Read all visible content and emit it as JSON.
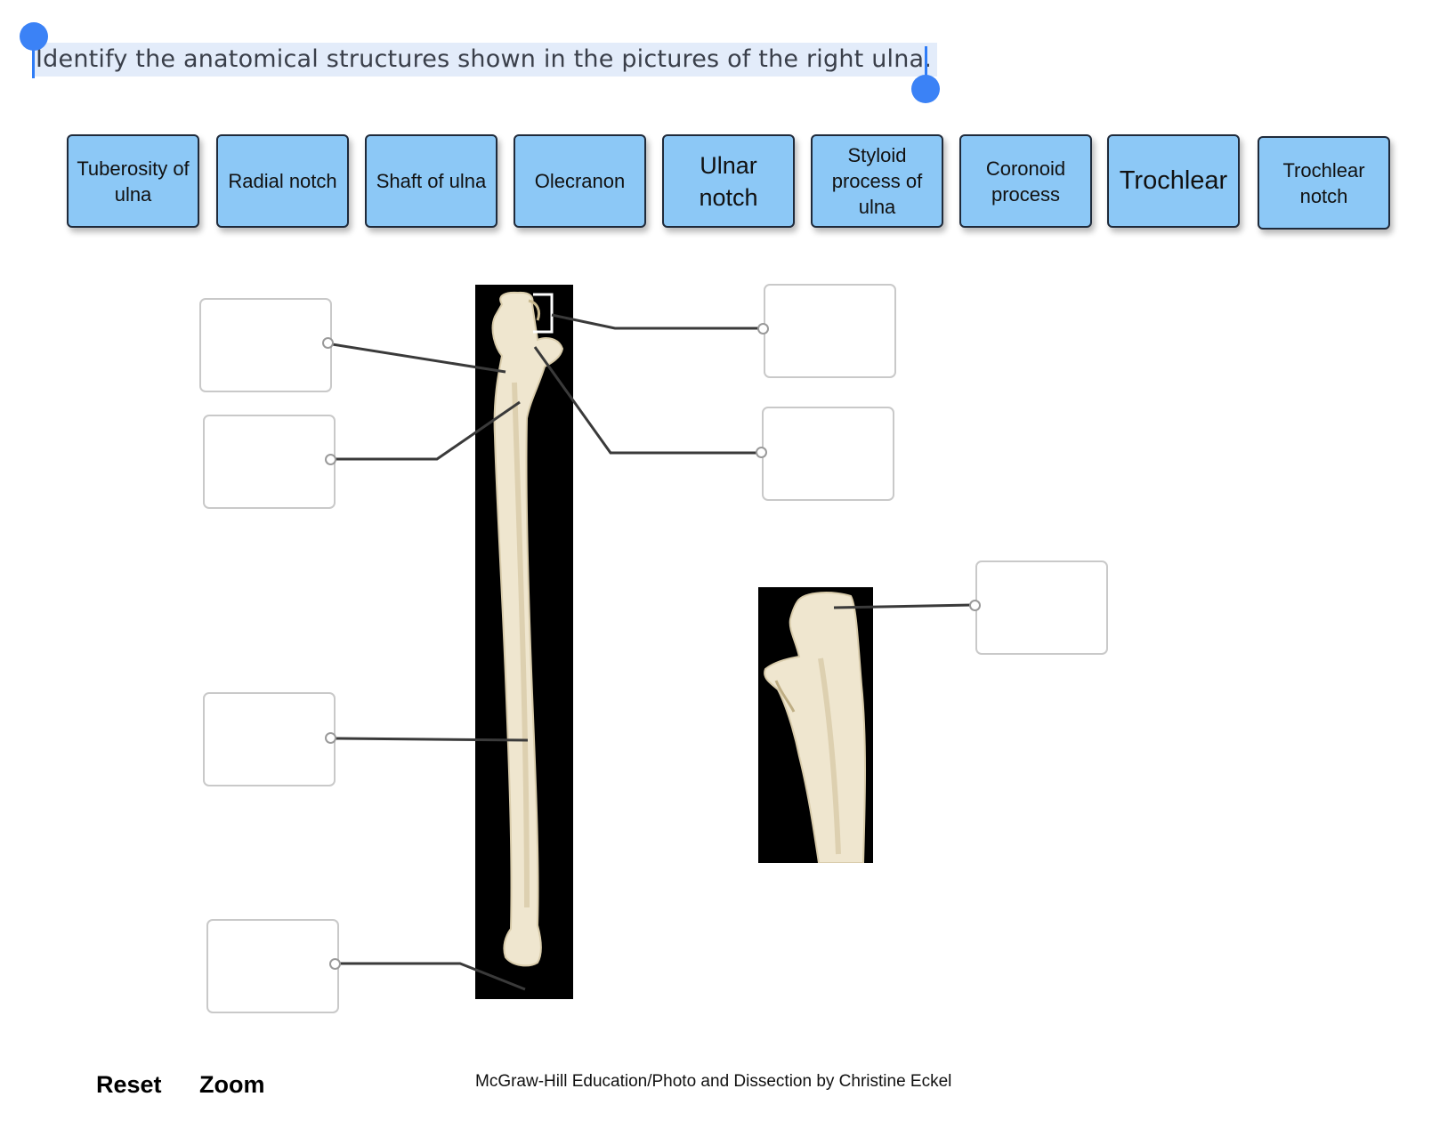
{
  "question": {
    "text": "Identify the anatomical structures shown in the pictures of the right ulna."
  },
  "labels": [
    "Tuberosity of ulna",
    "Radial notch",
    "Shaft of ulna",
    "Olecranon",
    "Ulnar notch",
    "Styloid process of ulna",
    "Coronoid process",
    "Trochlear",
    "Trochlear notch"
  ],
  "drop_targets_count": 7,
  "footer": {
    "reset_label": "Reset",
    "zoom_label": "Zoom",
    "credit": "McGraw-Hill Education/Photo and Dissection by Christine Eckel"
  },
  "colors": {
    "chip_fill": "#8cc8f6",
    "selection_highlight": "#e3ecfa",
    "selection_handle": "#3b82f6",
    "bone": "#efe6cf",
    "photo_background": "#000000"
  }
}
